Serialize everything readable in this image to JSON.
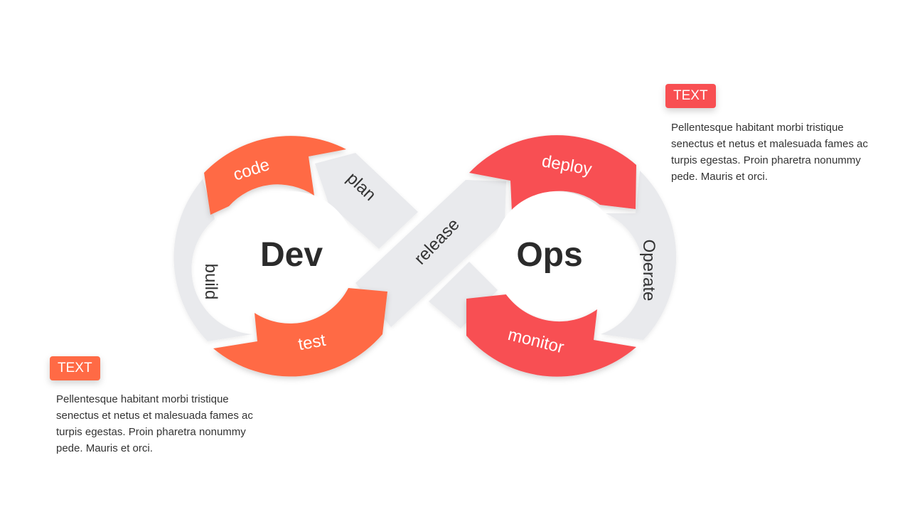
{
  "diagram": {
    "left_core": "Dev",
    "right_core": "Ops",
    "segments": {
      "code": "code",
      "plan": "plan",
      "build": "build",
      "test": "test",
      "release": "release",
      "deploy": "deploy",
      "operate": "Operate",
      "monitor": "monitor"
    }
  },
  "callouts": [
    {
      "badge": "TEXT",
      "text": "Pellentesque habitant morbi tristique senectus et netus et malesuada fames ac turpis egestas. Proin pharetra nonummy pede. Mauris et orci."
    },
    {
      "badge": "TEXT",
      "text": "Pellentesque habitant morbi tristique senectus et netus et malesuada fames ac turpis egestas. Proin pharetra nonummy pede. Mauris et orci."
    }
  ],
  "colors": {
    "dev_orange": "#ff6a45",
    "ops_red": "#f84f52",
    "gray_band": "#e9eaed",
    "text_dark": "#2b2b2b"
  }
}
